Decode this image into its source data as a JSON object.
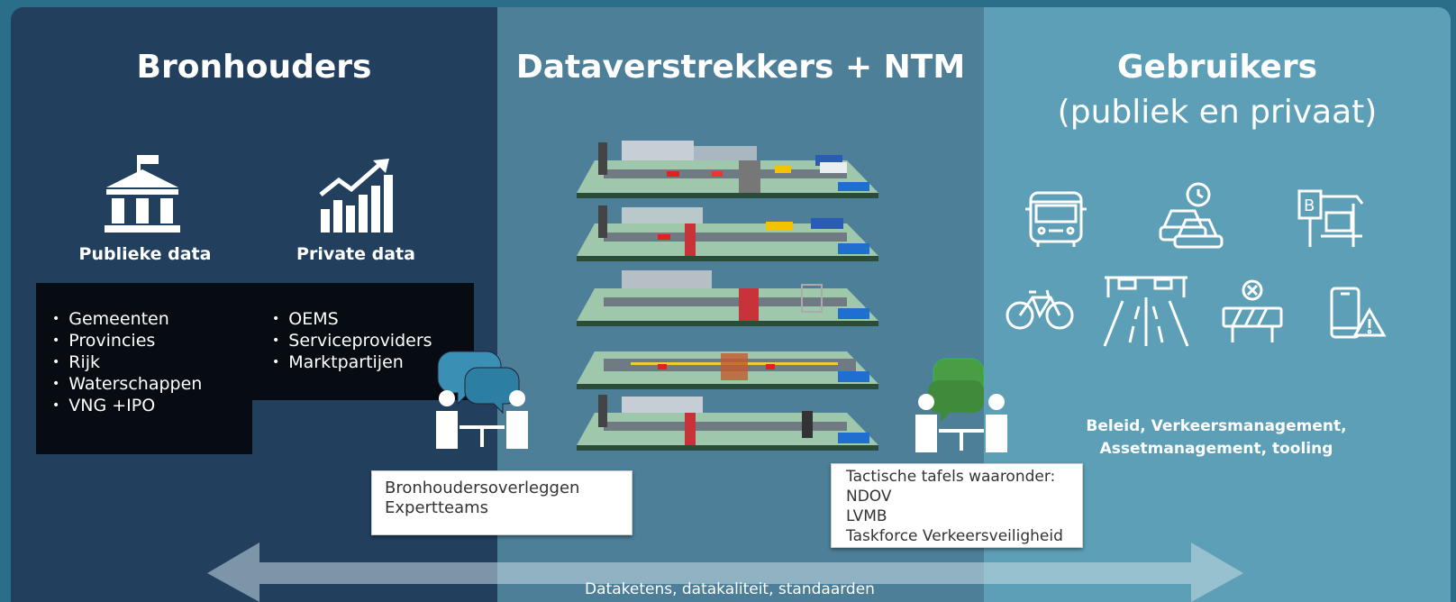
{
  "columns": {
    "bronhouders": {
      "title": "Bronhouders",
      "public": {
        "label": "Publieke data",
        "items": [
          "Gemeenten",
          "Provincies",
          "Rijk",
          "Waterschappen",
          "VNG +IPO"
        ]
      },
      "private": {
        "label": "Private data",
        "items": [
          "OEMS",
          "Serviceproviders",
          "Marktpartijen"
        ]
      }
    },
    "dataverstrekkers": {
      "title": "Dataverstrekkers + NTM"
    },
    "gebruikers": {
      "title": "Gebruikers",
      "subtitle": "(publiek en privaat)",
      "icons": [
        "bus-icon",
        "car-clock-icon",
        "bus-stop-icon",
        "bicycle-icon",
        "road-gantry-icon",
        "road-barrier-icon",
        "phone-warning-icon"
      ],
      "description_line1": "Beleid, Verkeersmanagement,",
      "description_line2": "Assetmanagement, tooling"
    }
  },
  "meetings": {
    "left": [
      "Bronhoudersoverleggen",
      "Expertteams"
    ],
    "right": [
      "Tactische tafels waaronder:",
      "NDOV",
      "LVMB",
      "Taskforce Verkeersveiligheid"
    ]
  },
  "arrow_label": "Dataketens, datakaliteit, standaarden",
  "colors": {
    "column1": "#223f5e",
    "column2": "#4d7f98",
    "column3": "#5d9fb6",
    "speech_blue": "#3a8fb5",
    "speech_green": "#4a9c45"
  }
}
